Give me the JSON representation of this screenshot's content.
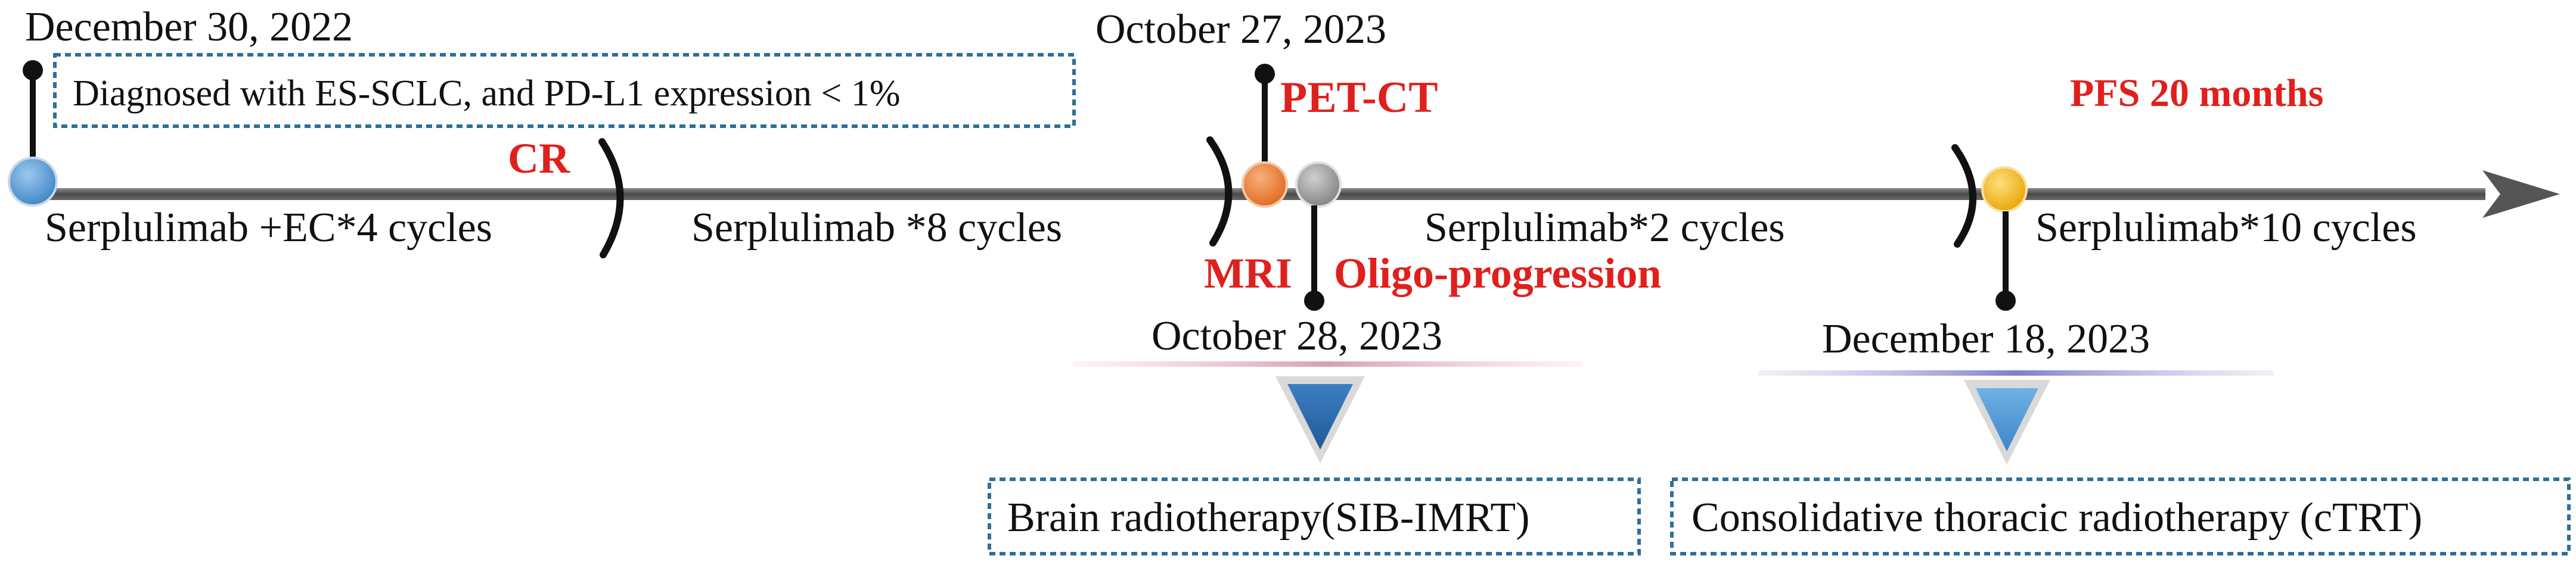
{
  "colors": {
    "arrow": "#5a5a5a",
    "accent_red": "#e0201c",
    "box_border": "#2f6f9a",
    "node_start": "#4f95d1",
    "node_petct": "#ea7a2b",
    "node_mri": "#9a9a9a",
    "node_ctrt": "#f3b412",
    "triangle_brain": "#2a68aa",
    "triangle_thoracic": "#4f95d1"
  },
  "dates": {
    "start": "December 30, 2022",
    "petct": "October 27, 2023",
    "mri": "October 28, 2023",
    "ctrt": "December 18, 2023"
  },
  "notes": {
    "diagnosis": "Diagnosed with ES-SCLC, and PD-L1 expression < 1%"
  },
  "events": {
    "cr": "CR",
    "petct": "PET-CT",
    "mri": "MRI",
    "oligo": "Oligo-progression",
    "pfs": "PFS 20 months"
  },
  "phases": [
    "Serplulimab +EC*4 cycles",
    "Serplulimab *8 cycles",
    "Serplulimab*2 cycles",
    "Serplulimab*10 cycles"
  ],
  "interventions": {
    "brain": "Brain radiotherapy(SIB-IMRT)",
    "thoracic": "Consolidative thoracic radiotherapy (cTRT)"
  }
}
